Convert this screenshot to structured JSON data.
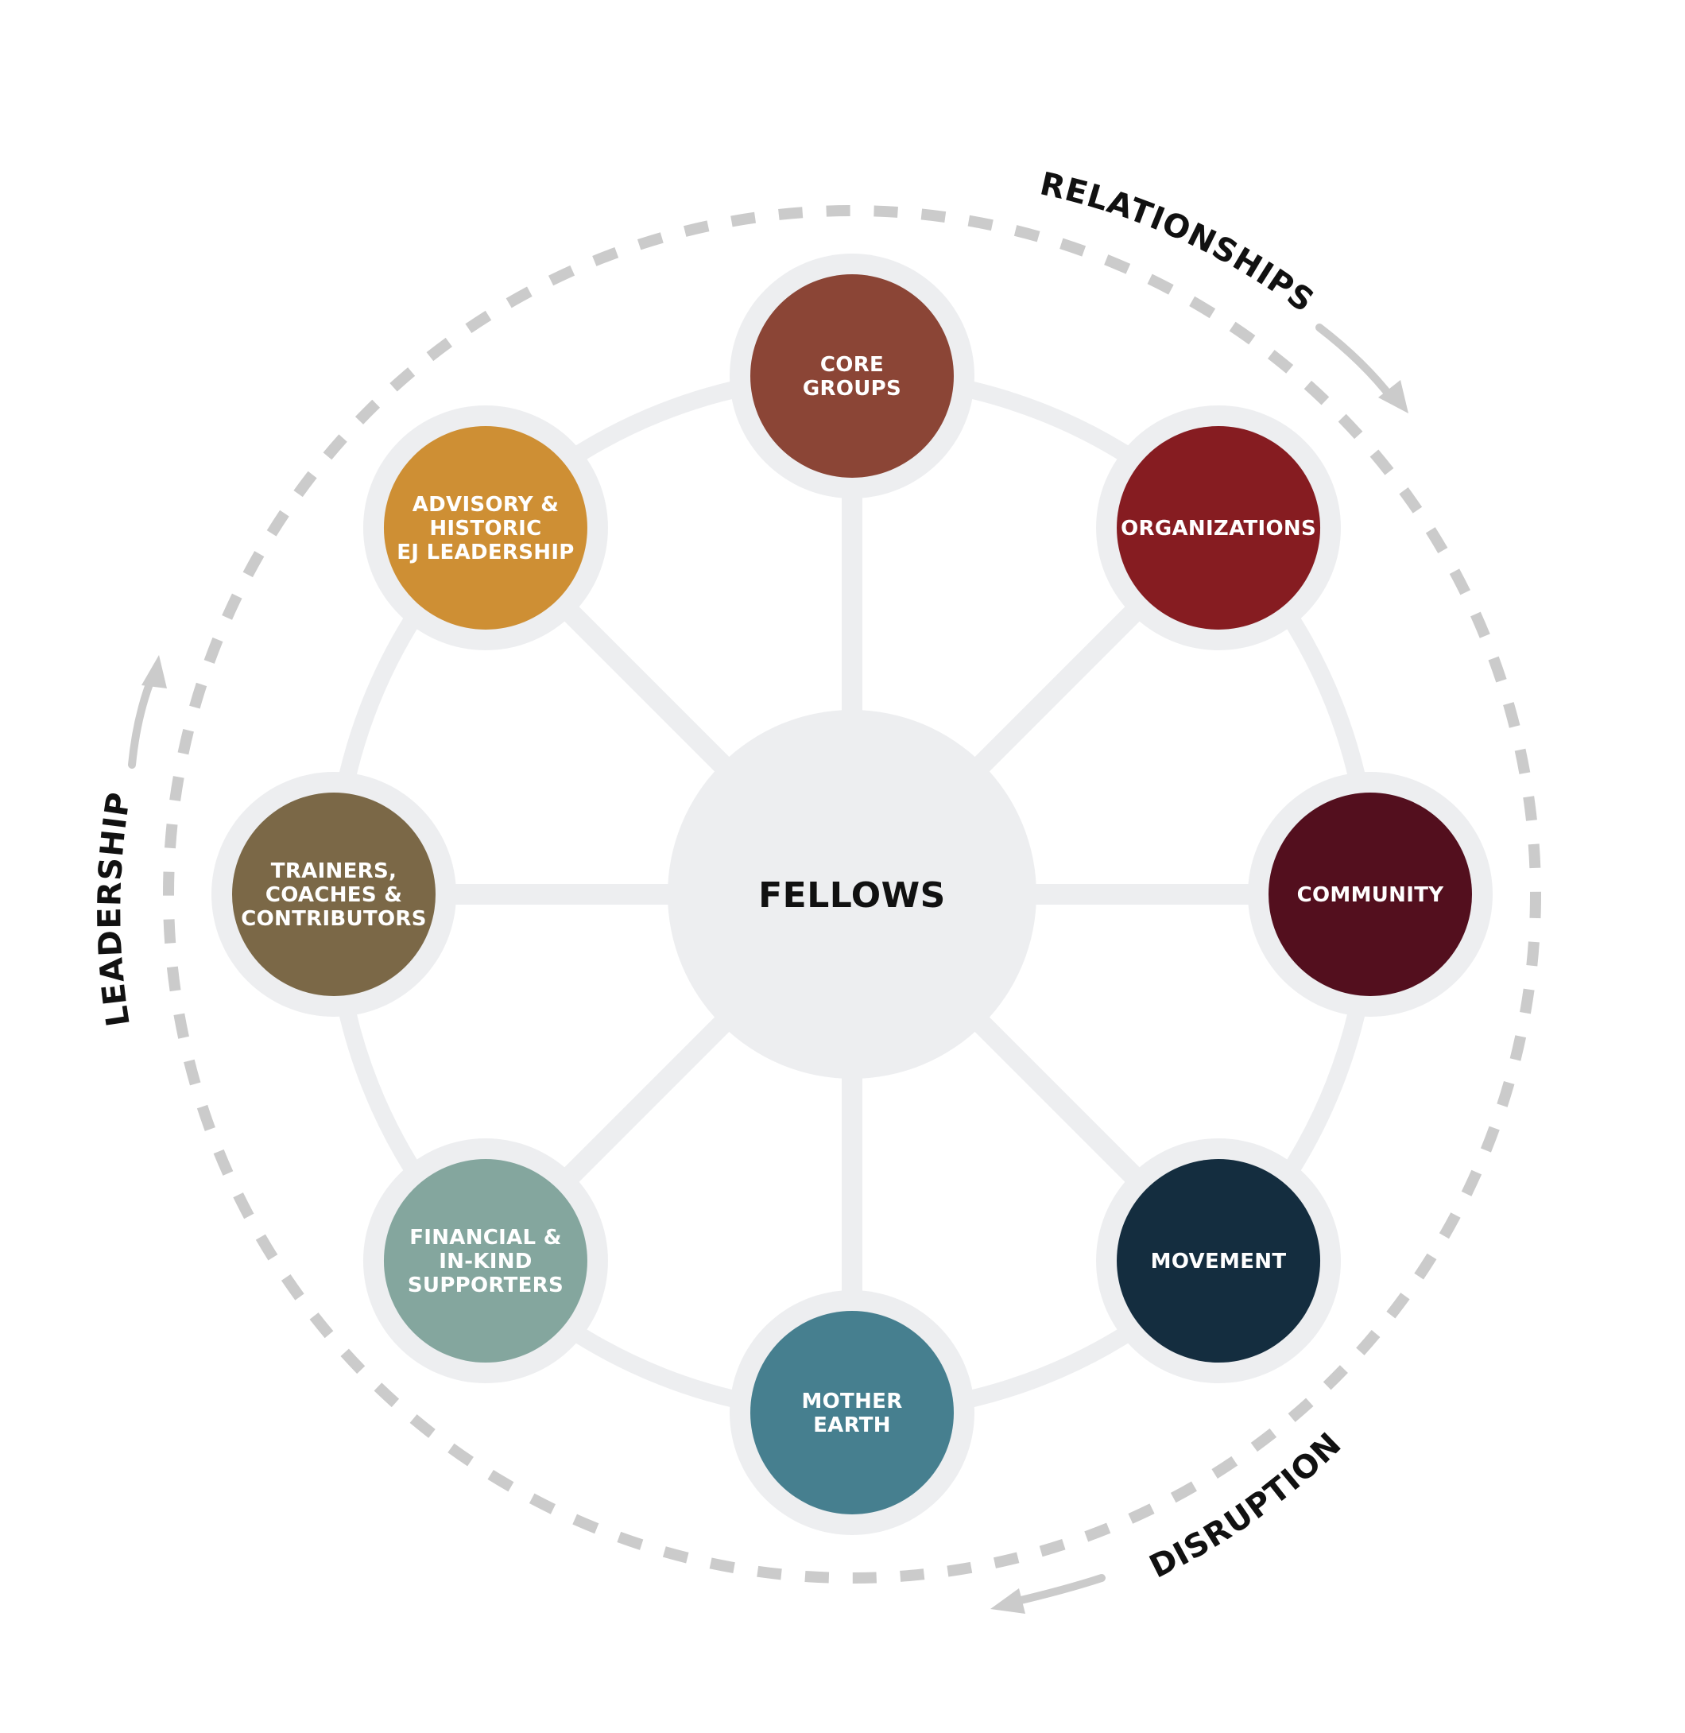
{
  "center": {
    "label": "FELLOWS",
    "color": "#edeef0"
  },
  "nodes": [
    {
      "id": "core-groups",
      "lines": [
        "CORE",
        "GROUPS"
      ],
      "color": "#8b4536"
    },
    {
      "id": "organizations",
      "lines": [
        "ORGANIZATIONS"
      ],
      "color": "#861c21"
    },
    {
      "id": "community",
      "lines": [
        "COMMUNITY"
      ],
      "color": "#530f1e"
    },
    {
      "id": "movement",
      "lines": [
        "MOVEMENT"
      ],
      "color": "#142d3f"
    },
    {
      "id": "mother-earth",
      "lines": [
        "MOTHER",
        "EARTH"
      ],
      "color": "#467f8f"
    },
    {
      "id": "financial-supporters",
      "lines": [
        "FINANCIAL &",
        "IN-KIND",
        "SUPPORTERS"
      ],
      "color": "#84a69e"
    },
    {
      "id": "trainers-coaches",
      "lines": [
        "TRAINERS,",
        "COACHES &",
        "CONTRIBUTORS"
      ],
      "color": "#7b6847"
    },
    {
      "id": "advisory-leadership",
      "lines": [
        "ADVISORY &",
        "HISTORIC",
        "EJ LEADERSHIP"
      ],
      "color": "#ce8f34"
    }
  ],
  "orbit_labels": {
    "relationships": "RELATIONSHIPS",
    "disruption": "DISRUPTION",
    "leadership": "LEADERSHIP"
  },
  "colors": {
    "ring": "#edeef0",
    "dashes": "#cbcbcb",
    "arrows": "#cbcbcb"
  }
}
